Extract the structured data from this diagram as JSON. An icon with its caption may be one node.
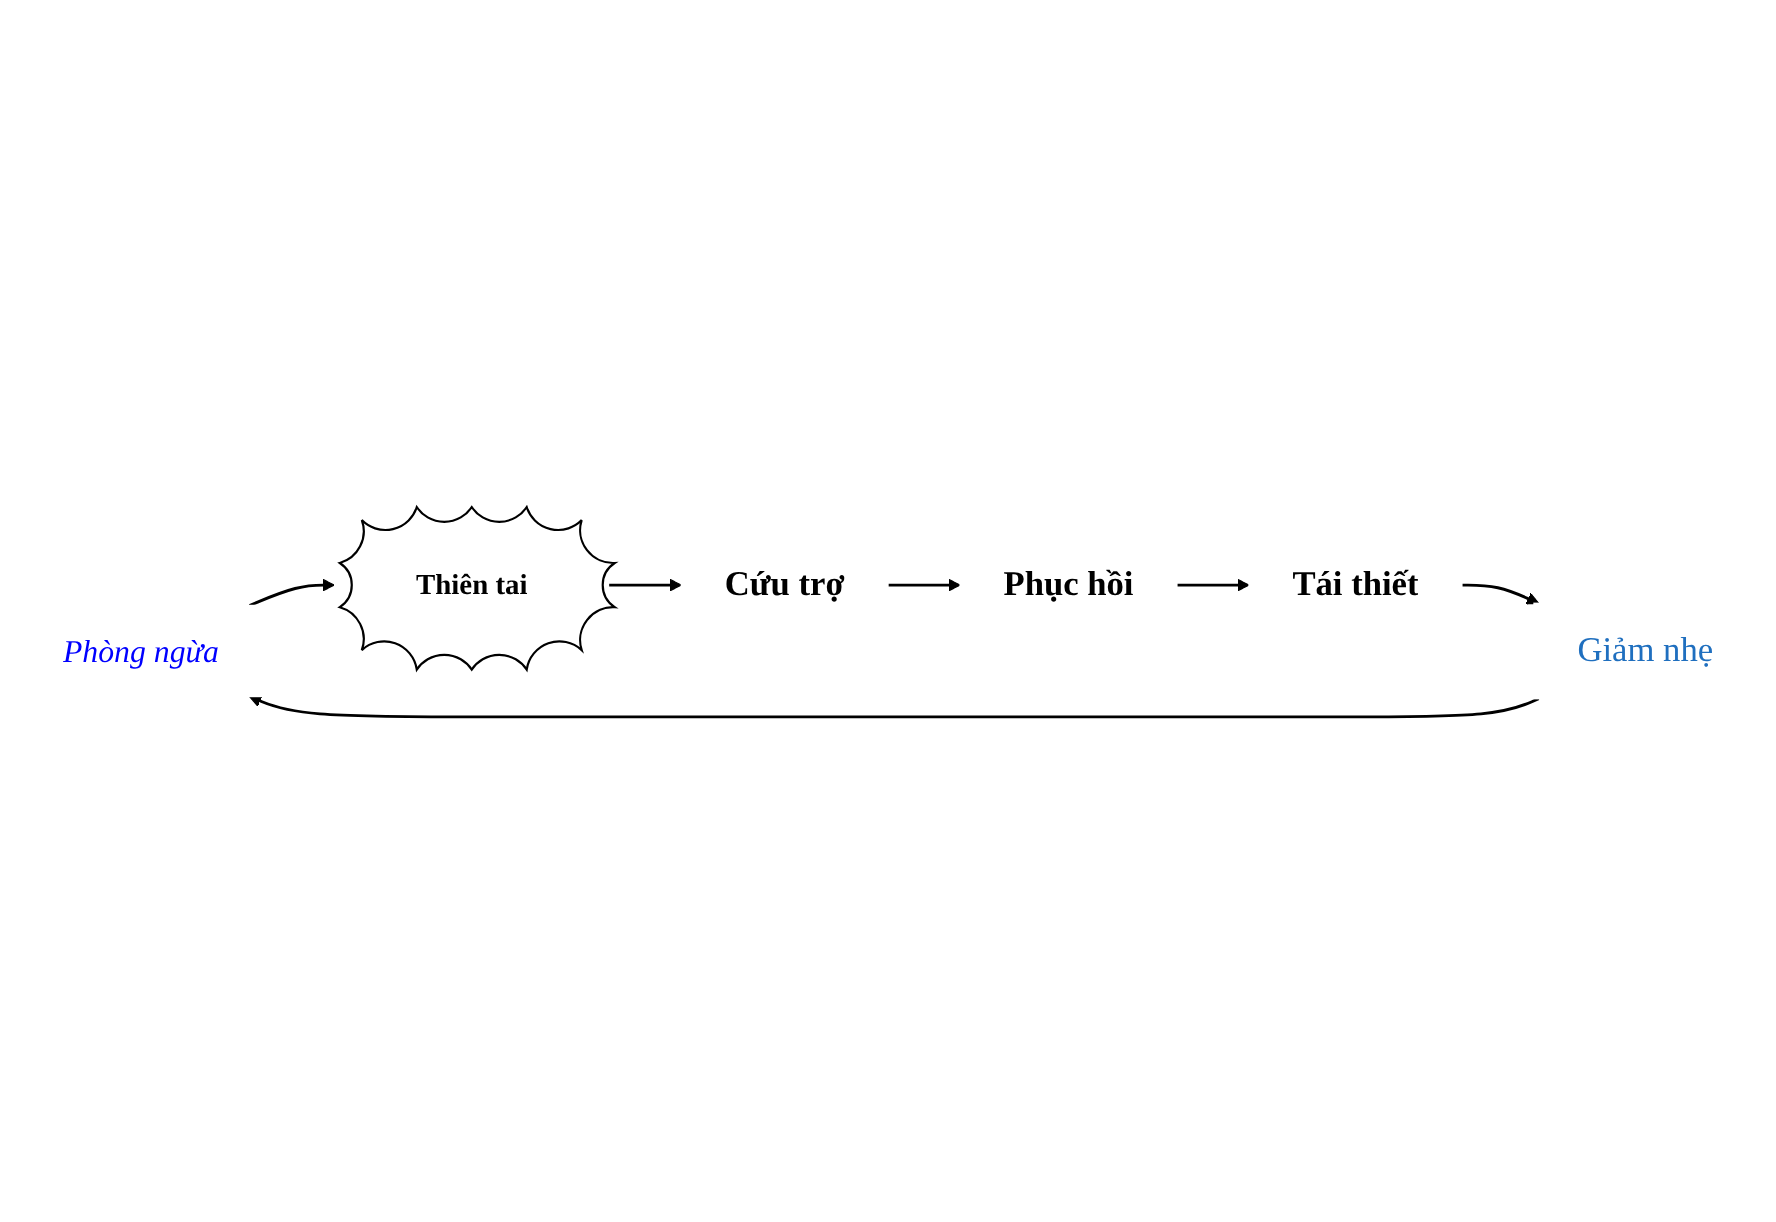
{
  "diagram": {
    "nodes": [
      {
        "text": [
          "Phòng ngừa"
        ]
      },
      {
        "text": [
          "Thiên tai"
        ]
      },
      {
        "text": [
          "Giảm nhẹ"
        ]
      },
      {
        "text": [
          "Cứu trợ"
        ]
      },
      {
        "text": [
          "Tái thiết"
        ]
      },
      {
        "text": [
          "Phục hồi"
        ]
      }
    ],
    "edges": [
      {
        "from": 0,
        "to": 1,
        "arrow": "to"
      },
      {
        "from": 1,
        "to": 3,
        "arrow": "to"
      },
      {
        "from": 3,
        "to": 5,
        "arrow": "to"
      },
      {
        "from": 5,
        "to": 4,
        "arrow": "to"
      },
      {
        "from": 4,
        "to": 2,
        "arrow": "to"
      },
      {
        "from": 2,
        "to": 0,
        "arrow": "to"
      }
    ]
  }
}
